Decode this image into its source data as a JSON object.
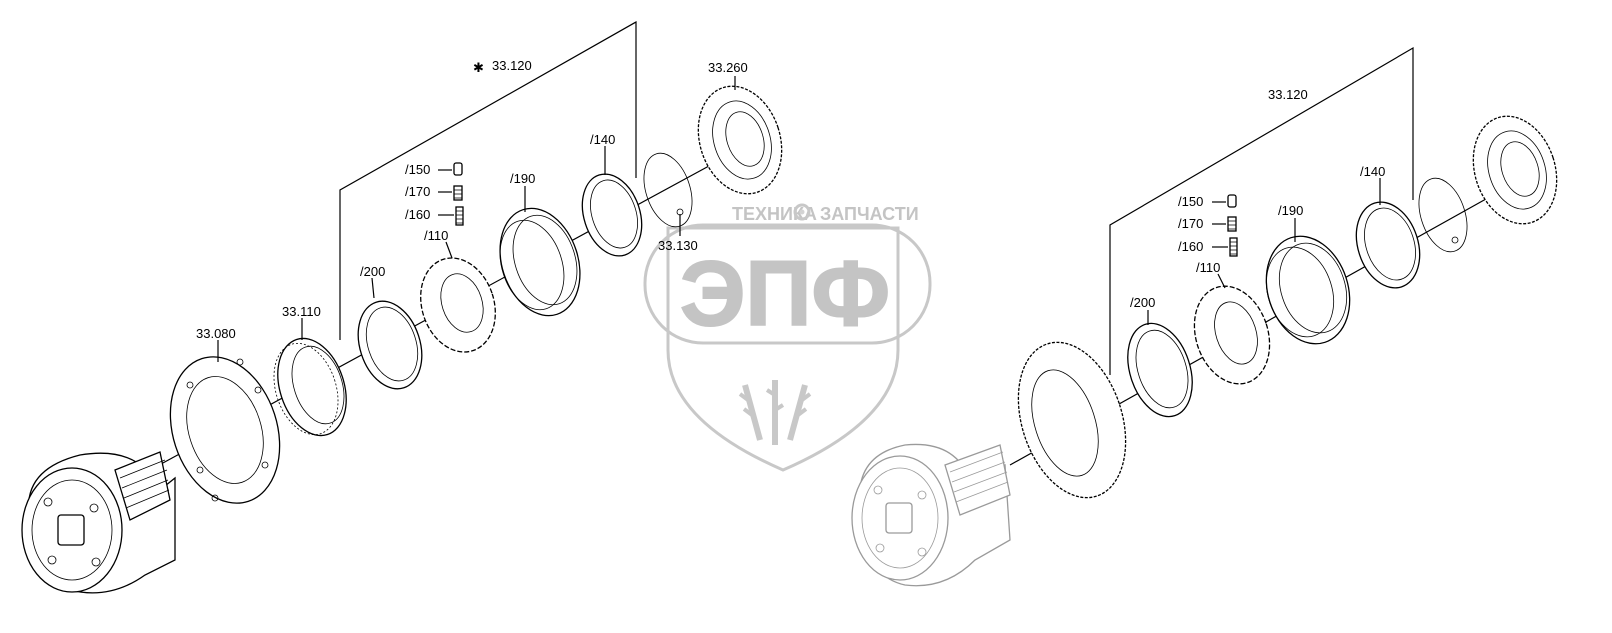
{
  "watermark": {
    "top_left": "ТЕХНИКА",
    "top_right": "ЗАПЧАСТИ",
    "main": "ЭПФ",
    "gear_symbol": "gear-icon"
  },
  "callouts_left": {
    "star": "✱",
    "assembly": "33.120",
    "synchronizer_gear": "33.260",
    "ring_140": "/140",
    "snap_ring": "33.130",
    "sleeve_190": "/190",
    "pin_150": "/150",
    "spring_170": "/170",
    "spring_160": "/160",
    "hub_110": "/110",
    "ring_200": "/200",
    "cone": "33.110",
    "disc": "33.080"
  },
  "callouts_right": {
    "assembly": "33.120",
    "ring_140": "/140",
    "sleeve_190": "/190",
    "pin_150": "/150",
    "spring_170": "/170",
    "spring_160": "/160",
    "hub_110": "/110",
    "ring_200": "/200"
  }
}
